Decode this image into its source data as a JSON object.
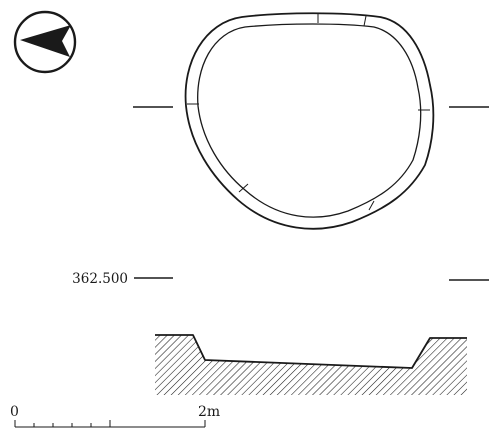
{
  "figure": {
    "elevation_label": "362.500",
    "scale": {
      "start_label": "0",
      "end_label": "2m"
    },
    "north_arrow": {
      "icon": "north-arrow-icon"
    },
    "colors": {
      "line": "#1a1a1a",
      "background": "#ffffff"
    }
  }
}
